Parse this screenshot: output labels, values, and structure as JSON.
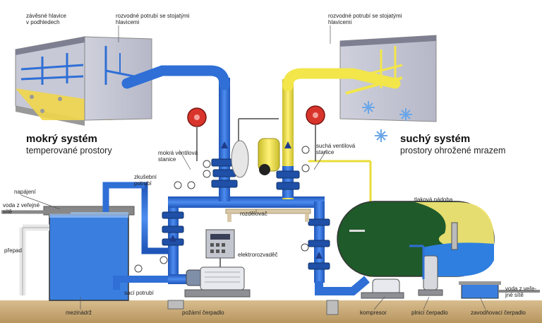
{
  "titles": {
    "wet_title": "mokrý systém",
    "wet_sub": "temperované prostory",
    "dry_title": "suchý systém",
    "dry_sub": "prostory ohrožené mrazem"
  },
  "labels": {
    "pendant_heads_line1": "závěsné hlavice",
    "pendant_heads_line2": "v podhledech",
    "upright_heads_left_line1": "rozvodné potrubí se stojatými",
    "upright_heads_left_line2": "hlavicemi",
    "upright_heads_right_line1": "rozvodné potrubí se stojatými",
    "upright_heads_right_line2": "hlavicemi",
    "wet_valve_line1": "mokrá ventilová",
    "wet_valve_line2": "stanice",
    "dry_valve_line1": "suchá ventilová",
    "dry_valve_line2": "stanice",
    "test_pipe_line1": "zkušební",
    "test_pipe_line2": "potrubí",
    "feed": "napájení",
    "public_water_left_line1": "voda z veřejné",
    "public_water_left_line2": "sítě",
    "overflow": "přepad",
    "distributor": "rozdělovač",
    "control_panel": "elektrorozvaděč",
    "suction_pipe": "sací potrubí",
    "intermediate_tank": "mezinádrž",
    "fire_pump": "požární čerpadlo",
    "pressure_vessel": "tlaková nádoba",
    "compressor": "kompresor",
    "filling_pump": "plnicí čerpadlo",
    "priming_pump": "zavodňovací čerpadlo",
    "public_water_right_line1": "voda z veře-",
    "public_water_right_line2": "jné sítě"
  },
  "colors": {
    "wet_pipe": "#2f6fd6",
    "dry_pipe": "#f2e64a",
    "tank_water": "#3a7fe0",
    "vessel_green": "#1f5a2a",
    "alarm_red": "#d9342b",
    "floor": "#c9a97a"
  }
}
